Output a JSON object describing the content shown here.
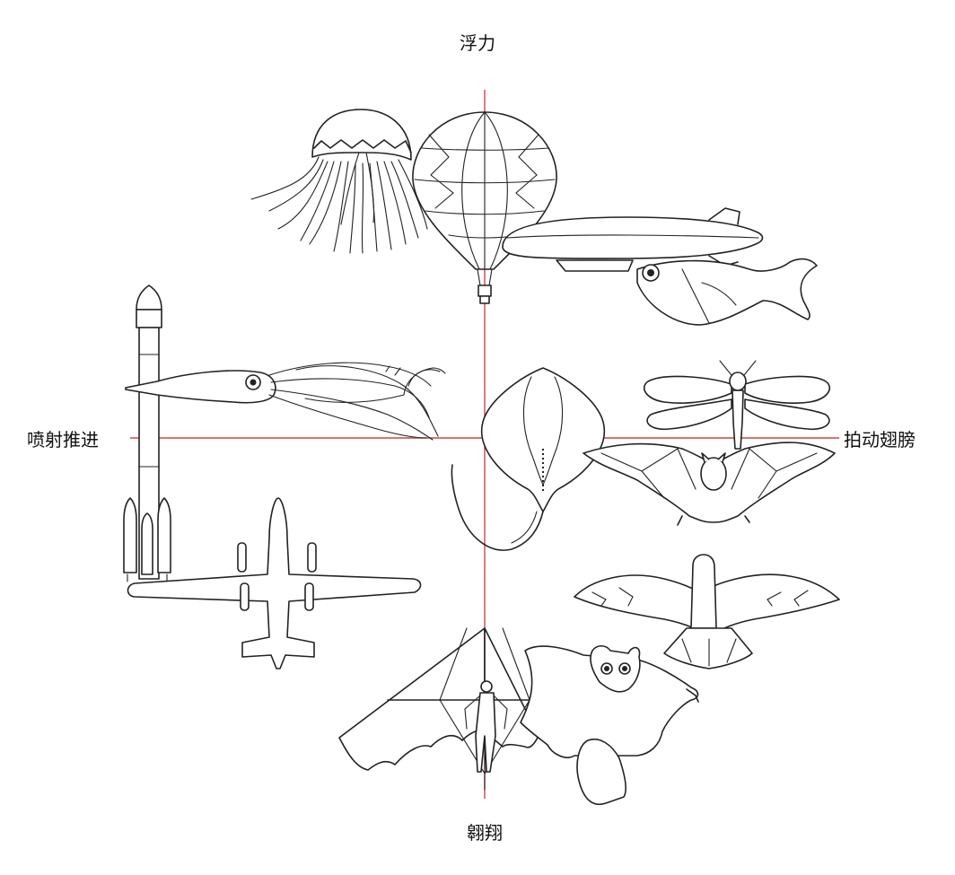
{
  "axes": {
    "top": "浮力",
    "bottom": "翱翔",
    "left": "喷射推进",
    "right": "拍动翅膀"
  },
  "colors": {
    "axis_line": "#c8464b",
    "ink": "#222222"
  },
  "illustrations": [
    "jellyfish",
    "hot-air-balloon",
    "airship",
    "hatchetfish",
    "rocket",
    "squid",
    "airplane",
    "manta-ray",
    "dragonfly",
    "bat",
    "eagle",
    "hang-glider",
    "flying-squirrel"
  ]
}
